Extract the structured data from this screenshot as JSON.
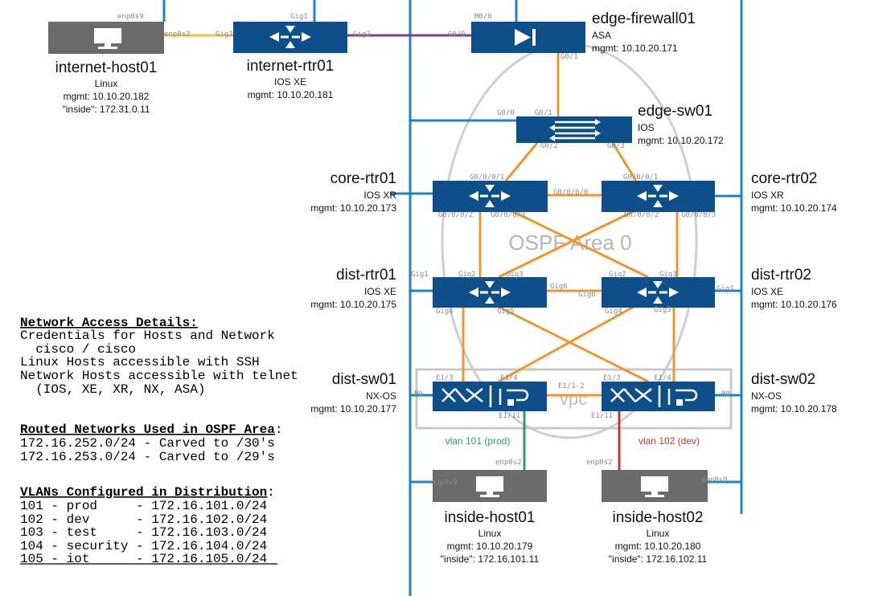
{
  "colors": {
    "device_blue": "#0d4f8b",
    "host_gray": "#6b6b6b",
    "mgmt_blue": "#1e82c4",
    "link_orange": "#f0952a",
    "link_yellow": "#f5c242",
    "link_purple": "#7b3f8a",
    "link_green": "#2e9b6e",
    "link_red": "#c0392b",
    "area_gray": "#cfcfcf"
  },
  "devices": {
    "internet_host01": {
      "name": "internet-host01",
      "os": "Linux",
      "mgmt": "mgmt: 10.10.20.182",
      "inside": "\"inside\": 172.31.0.11",
      "icon": "monitor-icon"
    },
    "internet_rtr01": {
      "name": "internet-rtr01",
      "os": "IOS XE",
      "mgmt": "mgmt: 10.10.20.181",
      "icon": "router-icon"
    },
    "edge_firewall01": {
      "name": "edge-firewall01",
      "os": "ASA",
      "mgmt": "mgmt: 10.10.20.171",
      "icon": "firewall-icon"
    },
    "edge_sw01": {
      "name": "edge-sw01",
      "os": "IOS",
      "mgmt": "mgmt: 10.10.20.172",
      "icon": "switch-icon"
    },
    "core_rtr01": {
      "name": "core-rtr01",
      "os": "IOS XR",
      "mgmt": "mgmt: 10.10.20.173",
      "icon": "router-icon"
    },
    "core_rtr02": {
      "name": "core-rtr02",
      "os": "IOS XR",
      "mgmt": "mgmt: 10.10.20.174",
      "icon": "router-icon"
    },
    "dist_rtr01": {
      "name": "dist-rtr01",
      "os": "IOS XE",
      "mgmt": "mgmt: 10.10.20.175",
      "icon": "router-icon"
    },
    "dist_rtr02": {
      "name": "dist-rtr02",
      "os": "IOS XE",
      "mgmt": "mgmt: 10.10.20.176",
      "icon": "router-icon"
    },
    "dist_sw01": {
      "name": "dist-sw01",
      "os": "NX-OS",
      "mgmt": "mgmt: 10.10.20.177",
      "icon": "nexus-switch-icon"
    },
    "dist_sw02": {
      "name": "dist-sw02",
      "os": "NX-OS",
      "mgmt": "mgmt: 10.10.20.178",
      "icon": "nexus-switch-icon"
    },
    "inside_host01": {
      "name": "inside-host01",
      "os": "Linux",
      "mgmt": "mgmt: 10.10.20.179",
      "inside": "\"inside\": 172.16.101.11",
      "icon": "monitor-icon"
    },
    "inside_host02": {
      "name": "inside-host02",
      "os": "Linux",
      "mgmt": "mgmt: 10.10.20.180",
      "inside": "\"inside\": 172.16.102.11",
      "icon": "monitor-icon"
    }
  },
  "area_label": "OSPF Area 0",
  "vpc_label": "vpc",
  "vlans": {
    "prod": "vlan 101 (prod)",
    "dev": "vlan 102 (dev)"
  },
  "ports": {
    "ih01_enp0s9": "enp0s9",
    "ih01_enp0s2": "enp0s2",
    "ir_gig3": "Gig3",
    "ir_gig1": "Gig1",
    "ir_gig2": "Gig2",
    "fw_m00": "M0/0",
    "fw_g00": "G0/0",
    "fw_g01": "G0/1",
    "esw_g00": "G0/0",
    "esw_g01": "G0/1",
    "esw_g02": "G0/2",
    "esw_g03": "G0/3",
    "cr1_g0001": "G0/0/0/1",
    "cr1_g0000": "G0/0/0/0",
    "cr1_g0002": "G0/0/0/2",
    "cr1_g0003": "G0/0/0/3",
    "cr2_g0001": "G0/0/0/1",
    "cr2_g0002": "G0/0/0/2",
    "cr2_g0003": "G0/0/0/3",
    "dr1_gig1": "Gig1",
    "dr1_gig2": "Gig2",
    "dr1_gig3": "Gig3",
    "dr1_gig6": "Gig6",
    "dr1_gig4": "Gig4",
    "dr1_gig5": "Gig5",
    "dr2_gig2": "Gig2",
    "dr2_gig3": "Gig3",
    "dr2_gig6": "Gig6",
    "dr2_gig1": "Gig1",
    "dr2_gig4": "Gig4",
    "dr2_gig5": "Gig5",
    "ds1_e13": "E1/3",
    "ds1_e14": "E1/4",
    "ds1_m0": "M0",
    "ds1_e111": "E1/11",
    "ds_e112": "E1/1-2",
    "ds2_e13": "E1/3",
    "ds2_e14": "E1/4",
    "ds2_m0": "M0",
    "ds2_e111": "E1/11",
    "ih1_enp0s2": "enp0s2",
    "ih1_enp0s9": "enp0s9",
    "ih2_enp0s2": "enp0s2",
    "ih2_enp0s9": "enp0s9"
  },
  "notes": {
    "access": {
      "heading": "Network Access Details:",
      "lines": [
        "Credentials for Hosts and Network",
        "  cisco / cisco",
        "Linux Hosts accessible with SSH",
        "Network Hosts accessible with telnet",
        "  (IOS, XE, XR, NX, ASA)"
      ]
    },
    "routed": {
      "heading": "Routed Networks Used in OSPF Area",
      "suffix": ":",
      "lines": [
        "172.16.252.0/24 - Carved to /30's",
        "172.16.253.0/24 - Carved to /29's"
      ]
    },
    "vlans": {
      "heading": "VLANs Configured in Distribution",
      "suffix": ":",
      "lines": [
        "101 - prod     - 172.16.101.0/24",
        "102 - dev      - 172.16.102.0/24",
        "103 - test     - 172.16.103.0/24",
        "104 - security - 172.16.104.0/24",
        "105 - iot      - 172.16.105.0/24"
      ]
    }
  }
}
